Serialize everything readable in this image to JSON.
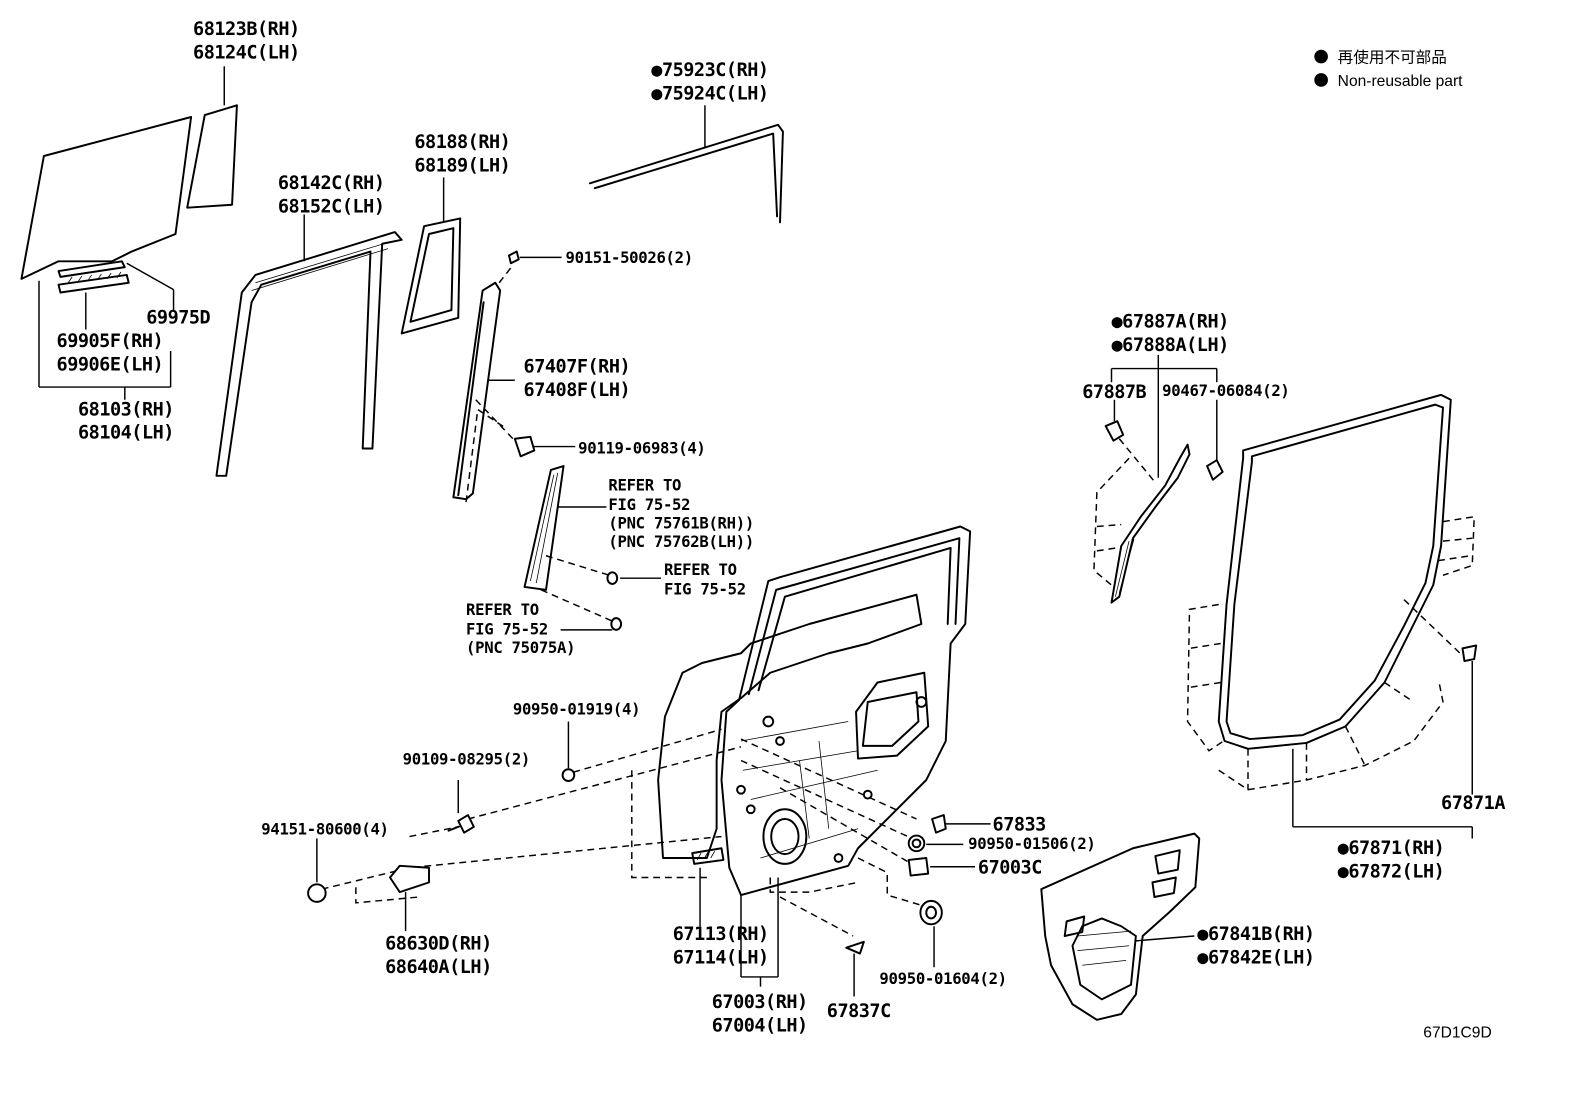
{
  "legend": {
    "bullet_color": "#000000",
    "line1": "再使用不可部品",
    "line2": "Non-reusable part"
  },
  "figure_id": "67D1C9D",
  "labels": {
    "p68123b": "68123B(RH)",
    "p68124c": "68124C(LH)",
    "p68142c": "68142C(RH)",
    "p68152c": "68152C(LH)",
    "p68188": "68188(RH)",
    "p68189": "68189(LH)",
    "p75923c": "●75923C(RH)",
    "p75924c": "●75924C(LH)",
    "p69975d": "69975D",
    "p69905f": "69905F(RH)",
    "p69906e": "69906E(LH)",
    "p68103": "68103(RH)",
    "p68104": "68104(LH)",
    "p90151": "90151-50026(2)",
    "p67407f": "67407F(RH)",
    "p67408f": "67408F(LH)",
    "p90119": "90119-06983(4)",
    "refer1_l1": "REFER TO",
    "refer1_l2": "FIG 75-52",
    "refer1_l3": "(PNC 75761B(RH))",
    "refer1_l4": "(PNC 75762B(LH))",
    "refer2_l1": "REFER TO",
    "refer2_l2": "FIG 75-52",
    "refer3_l1": "REFER TO",
    "refer3_l2": "FIG 75-52",
    "refer3_l3": "(PNC 75075A)",
    "p67887a": "●67887A(RH)",
    "p67888a": "●67888A(LH)",
    "p67887b": "67887B",
    "p90467": "90467-06084(2)",
    "p90950_01919": "90950-01919(4)",
    "p90109": "90109-08295(2)",
    "p94151": "94151-80600(4)",
    "p68630d": "68630D(RH)",
    "p68640a": "68640A(LH)",
    "p67833": "67833",
    "p90950_01506": "90950-01506(2)",
    "p67003c": "67003C",
    "p67113": "67113(RH)",
    "p67114": "67114(LH)",
    "p67003": "67003(RH)",
    "p67004": "67004(LH)",
    "p67837c": "67837C",
    "p90950_01604": "90950-01604(2)",
    "p67841b": "●67841B(RH)",
    "p67842e": "●67842E(LH)",
    "p67871a": "67871A",
    "p67871": "●67871(RH)",
    "p67872": "●67872(LH)"
  }
}
